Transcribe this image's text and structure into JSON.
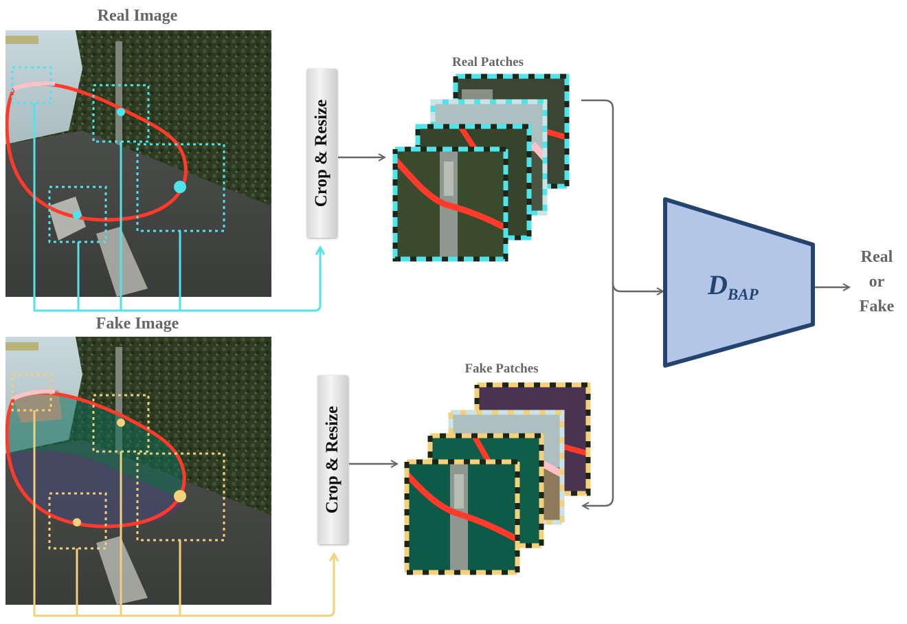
{
  "labels": {
    "real_image": "Real Image",
    "fake_image": "Fake Image",
    "real_patches": "Real Patches",
    "fake_patches": "Fake Patches",
    "crop_resize_top": "Crop & Resize",
    "crop_resize_bottom": "Crop & Resize",
    "discriminator_main": "D",
    "discriminator_sub": "BAP",
    "output_line1": "Real",
    "output_line2": "or",
    "output_line3": "Fake"
  },
  "colors": {
    "real_accent": "#4fe3ea",
    "fake_accent": "#f3d07a",
    "boundary_line": "#ff3a2a",
    "discriminator_fill": "#b4c6e7",
    "discriminator_stroke": "#24446f",
    "arrow": "#666666"
  }
}
